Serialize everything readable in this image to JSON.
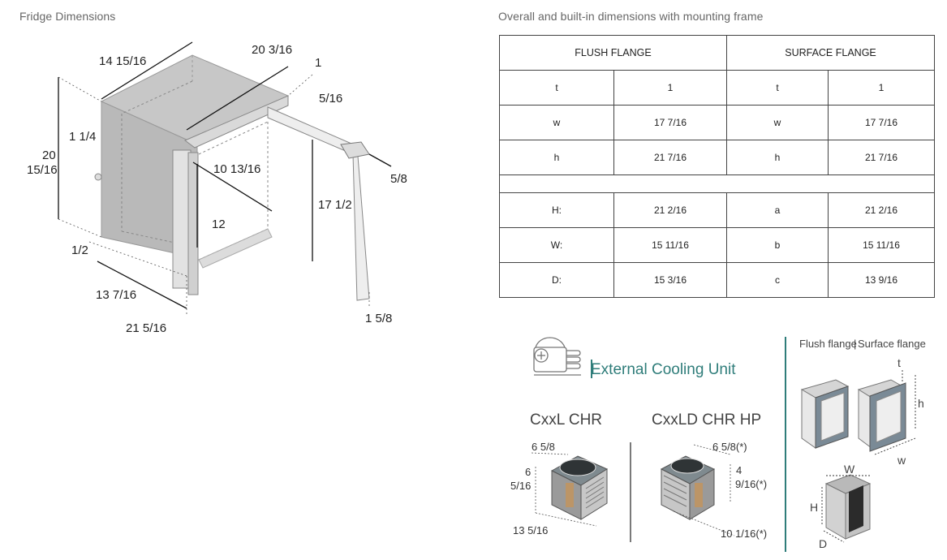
{
  "left_title": "Fridge Dimensions",
  "right_title": "Overall and built-in dimensions with mounting frame",
  "fridge_dims": {
    "top_depth": "14 15/16",
    "overall_depth": "20 3/16",
    "flange_t": "1",
    "flange_gap": "5/16",
    "side_offset": "1 1/4",
    "height_a": "20",
    "height_b": "15/16",
    "inner_depth": "10 13/16",
    "inner_height": "17 1/2",
    "inner_width": "12",
    "handle": "5/8",
    "foot": "1/2",
    "width": "13 7/16",
    "overall_width": "21 5/16",
    "door_offset": "1 5/8"
  },
  "table": {
    "headers": [
      "FLUSH FLANGE",
      "SURFACE FLANGE"
    ],
    "rows_top": [
      [
        "t",
        "1",
        "t",
        "1"
      ],
      [
        "w",
        "17 7/16",
        "w",
        "17 7/16"
      ],
      [
        "h",
        "21 7/16",
        "h",
        "21 7/16"
      ]
    ],
    "rows_bottom": [
      [
        "H:",
        "21 2/16",
        "a",
        "21 2/16"
      ],
      [
        "W:",
        "15 11/16",
        "b",
        "15 11/16"
      ],
      [
        "D:",
        "15 3/16",
        "c",
        "13 9/16"
      ]
    ]
  },
  "cooling": {
    "title": "External Cooling Unit",
    "unit1": {
      "name": "CxxL CHR",
      "top": "6 5/8",
      "side_a": "6",
      "side_b": "5/16",
      "bottom": "13 5/16"
    },
    "unit2": {
      "name": "CxxLD CHR HP",
      "top": "6 5/8(*)",
      "side_a": "4",
      "side_b": "9/16(*)",
      "bottom": "10 1/16(*)"
    }
  },
  "flange_panel": {
    "title_a": "Flush flange",
    "separator": "|",
    "title_b": "Surface flange",
    "t": "t",
    "h": "h",
    "w": "w",
    "W": "W",
    "H": "H",
    "D": "D"
  },
  "colors": {
    "accent_teal": "#2f7d7a",
    "frame_grey": "#9ca3aa",
    "body_grey": "#c9c9c9"
  }
}
